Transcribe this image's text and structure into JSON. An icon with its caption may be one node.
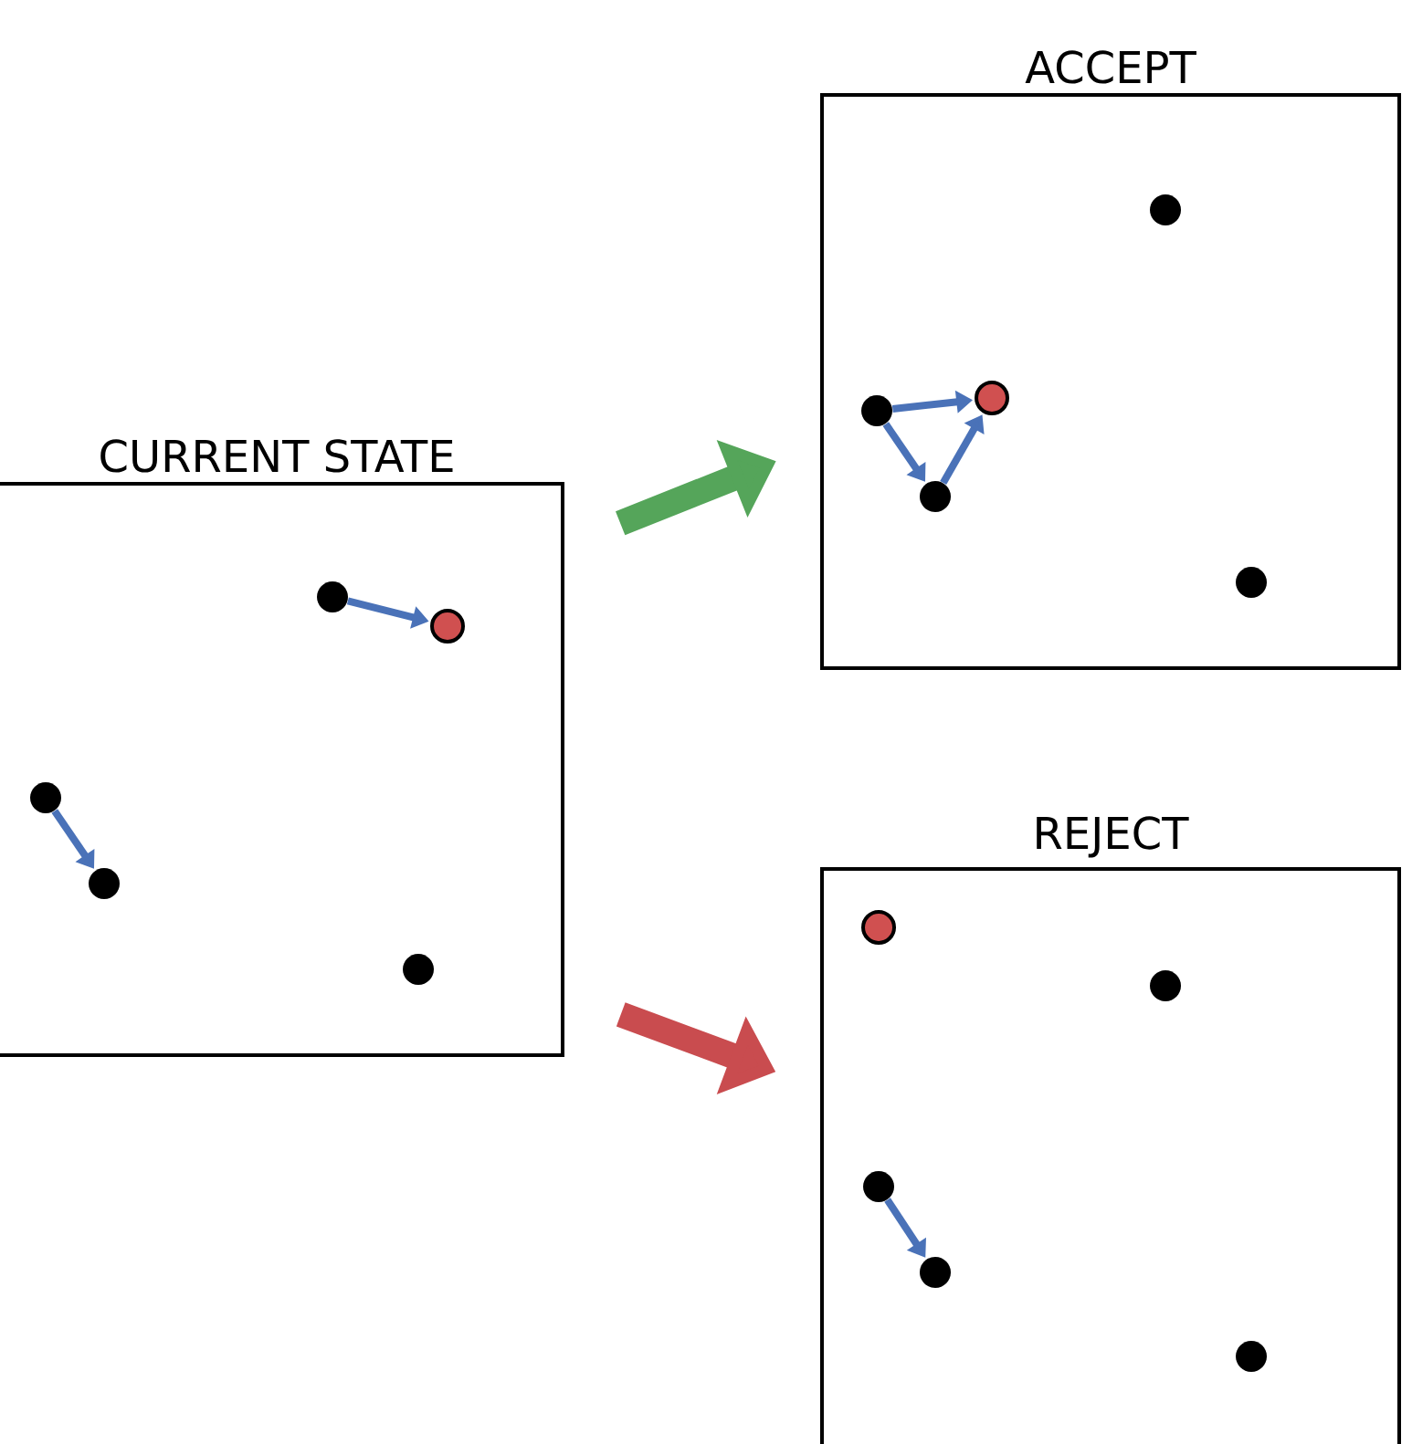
{
  "diagram": {
    "nodes": [
      {
        "text": [
          "CURRENT STATE"
        ]
      },
      {
        "text": [],
        "shape": "circle",
        "in": 0
      },
      {
        "text": [],
        "shape": "circle",
        "in": 0
      },
      {
        "text": [],
        "shape": "circle",
        "in": 0
      },
      {
        "text": [],
        "shape": "circle",
        "in": 0
      },
      {
        "text": [],
        "shape": "circle",
        "in": 0
      },
      {
        "text": [
          "ACCEPT"
        ]
      },
      {
        "text": [],
        "shape": "circle",
        "in": 6
      },
      {
        "text": [],
        "shape": "circle",
        "in": 6
      },
      {
        "text": [],
        "shape": "circle",
        "in": 6
      },
      {
        "text": [],
        "shape": "circle",
        "in": 6
      },
      {
        "text": [],
        "shape": "circle",
        "in": 6
      },
      {
        "text": [
          "REJECT"
        ]
      },
      {
        "text": [],
        "shape": "circle",
        "in": 12
      },
      {
        "text": [],
        "shape": "circle",
        "in": 12
      },
      {
        "text": [],
        "shape": "circle",
        "in": 12
      },
      {
        "text": [],
        "shape": "circle",
        "in": 12
      },
      {
        "text": [],
        "shape": "circle",
        "in": 12
      }
    ],
    "edges": [
      {
        "from": 0,
        "to": 6,
        "arrow": "to",
        "style": "thick",
        "color": "#55a55a"
      },
      {
        "from": 0,
        "to": 12,
        "arrow": "to",
        "style": "thick",
        "color": "#c94c4f"
      },
      {
        "from": 1,
        "to": 2,
        "arrow": "to"
      },
      {
        "from": 3,
        "to": 4,
        "arrow": "to"
      },
      {
        "from": 9,
        "to": 8,
        "arrow": "to"
      },
      {
        "from": 9,
        "to": 10,
        "arrow": "to"
      },
      {
        "from": 10,
        "to": 8,
        "arrow": "to"
      },
      {
        "from": 15,
        "to": 16,
        "arrow": "to"
      }
    ]
  }
}
